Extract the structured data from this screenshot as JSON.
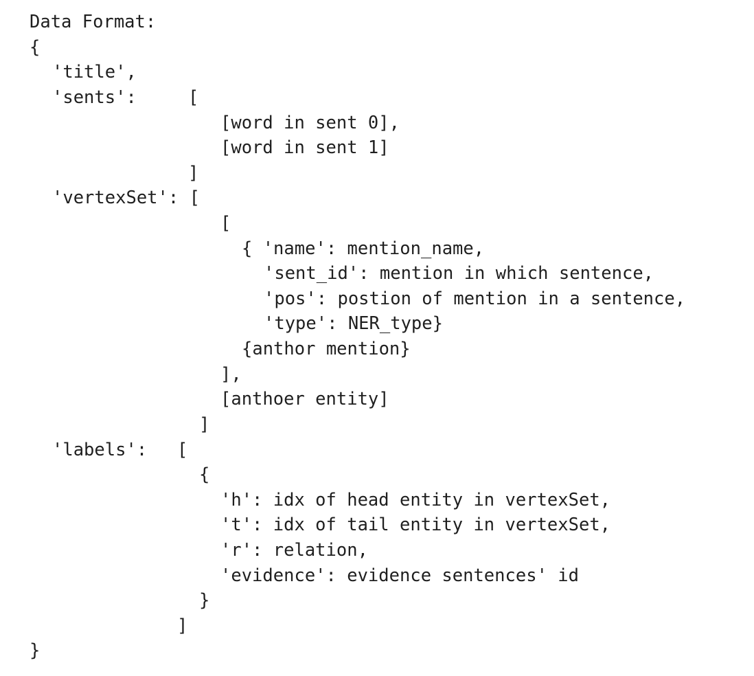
{
  "document": {
    "lines": [
      "Data Format:",
      "{",
      "'title',",
      "'sents':",
      "[",
      "[word in sent 0],",
      "[word in sent 1]",
      "]",
      "'vertexSet': [",
      "[",
      "{ 'name': mention_name,",
      "'sent_id': mention in which sentence,",
      "'pos': postion of mention in a sentence,",
      "'type': NER_type}",
      "{anthor mention}",
      "],",
      "[anthoer entity]",
      "]",
      "'labels':",
      "[",
      "{",
      "'h': idx of head entity in vertexSet,",
      "'t': idx of tail entity in vertexSet,",
      "'r': relation,",
      "'evidence': evidence sentences' id",
      "}",
      "]",
      "}"
    ]
  }
}
